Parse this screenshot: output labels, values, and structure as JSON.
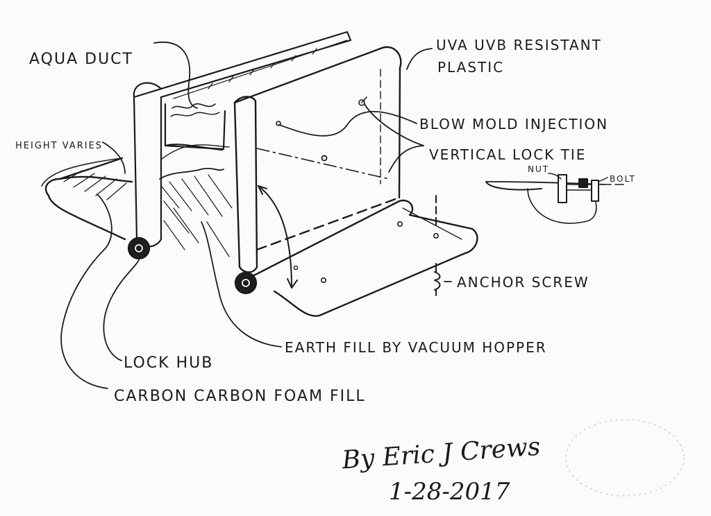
{
  "labels": {
    "aqua_duct": "AQUA DUCT",
    "uva_uvb_line1": "UVA UVB RESISTANT",
    "uva_uvb_line2": "PLASTIC",
    "blow_mold": "BLOW MOLD INJECTION",
    "vertical_lock_tie": "VERTICAL LOCK TIE",
    "nut": "NUT",
    "bolt": "BOLT",
    "height_varies": "HEIGHT VARIES",
    "anchor_screw": "ANCHOR SCREW",
    "earth_fill": "EARTH FILL BY VACUUM HOPPER",
    "lock_hub": "LOCK HUB",
    "carbon_foam": "CARBON CARBON FOAM FILL"
  },
  "signature": {
    "text": "By Eric J Crews",
    "date": "1-28-2017"
  }
}
